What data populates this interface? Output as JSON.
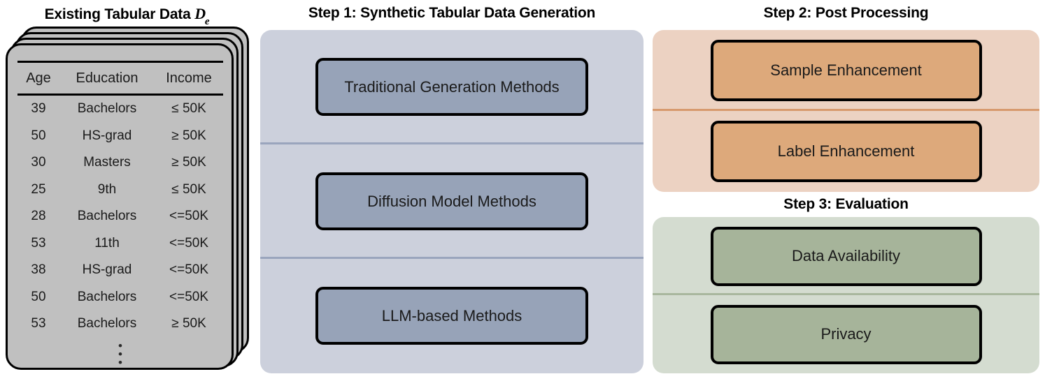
{
  "left": {
    "title_text": "Existing Tabular Data",
    "title_symbol": "D",
    "title_symbol_sub": "e",
    "table": {
      "columns": [
        "Age",
        "Education",
        "Income"
      ],
      "rows": [
        [
          "39",
          "Bachelors",
          "≤ 50K"
        ],
        [
          "50",
          "HS-grad",
          "≥ 50K"
        ],
        [
          "30",
          "Masters",
          "≥ 50K"
        ],
        [
          "25",
          "9th",
          "≤ 50K"
        ],
        [
          "28",
          "Bachelors",
          "<=50K"
        ],
        [
          "53",
          "11th",
          "<=50K"
        ],
        [
          "38",
          "HS-grad",
          "<=50K"
        ],
        [
          "50",
          "Bachelors",
          "<=50K"
        ],
        [
          "53",
          "Bachelors",
          "≥ 50K"
        ]
      ],
      "continuation": "⋮",
      "stack_count": 4
    }
  },
  "step1": {
    "title": "Step 1: Synthetic Tabular Data Generation",
    "panel_color": "#ccd0dc",
    "node_color": "#97a3b8",
    "divider_color": "#9aa5bd",
    "nodes": [
      {
        "label": "Traditional Generation Methods"
      },
      {
        "label": "Diffusion Model Methods"
      },
      {
        "label": "LLM-based Methods"
      }
    ]
  },
  "step2": {
    "title": "Step 2: Post Processing",
    "panel_color": "#ecd2c2",
    "node_color": "#dda97b",
    "divider_color": "#d79a6d",
    "nodes": [
      {
        "label": "Sample Enhancement"
      },
      {
        "label": "Label Enhancement"
      }
    ]
  },
  "step3": {
    "title": "Step 3: Evaluation",
    "panel_color": "#d4dcd0",
    "node_color": "#a6b49a",
    "divider_color": "#a9b79e",
    "nodes": [
      {
        "label": "Data Availability"
      },
      {
        "label": "Privacy"
      }
    ]
  }
}
